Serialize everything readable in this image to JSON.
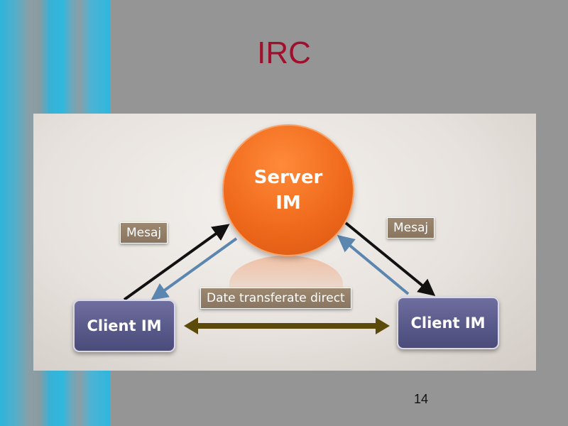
{
  "slide": {
    "title": "IRC",
    "page_number": "14"
  },
  "diagram": {
    "server_line1": "Server",
    "server_line2": "IM",
    "client_left": "Client IM",
    "client_right": "Client IM",
    "message_left": "Mesaj",
    "message_right": "Mesaj",
    "direct_transfer": "Date transferate direct"
  },
  "colors": {
    "title": "#a0102c",
    "server": "#f06a1c",
    "client": "#5a5a8a",
    "label": "#8f7b65",
    "arrow_dark": "#111111",
    "arrow_blue": "#5a86b0",
    "arrow_direct": "#5c4a0a"
  }
}
